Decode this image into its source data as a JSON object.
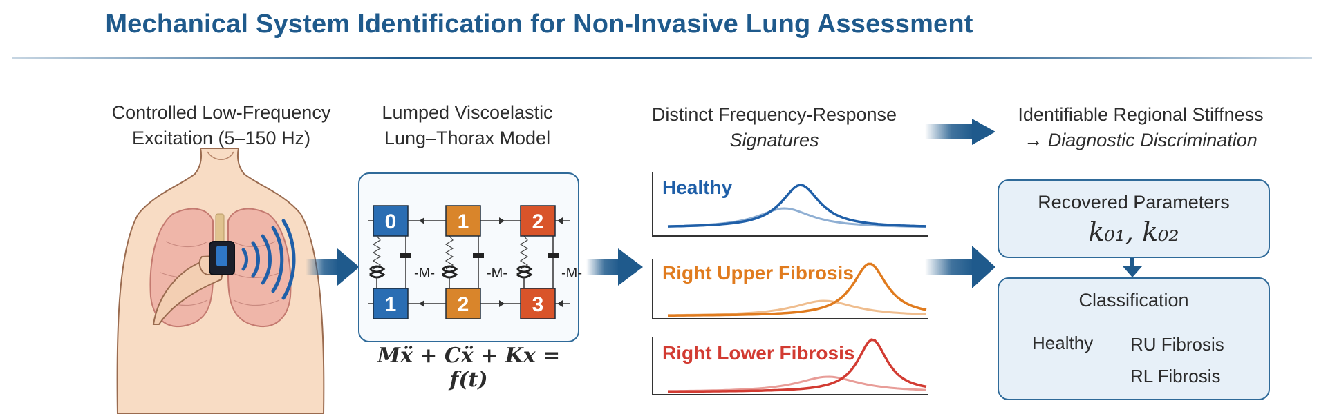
{
  "title": "Mechanical System Identification for Non-Invasive Lung Assessment",
  "steps": {
    "excitation": {
      "line1": "Controlled Low-Frequency",
      "line2": "Excitation (5–150 Hz)"
    },
    "model": {
      "line1": "Lumped Viscoelastic",
      "line2": "Lung–Thorax Model",
      "nodes_top": [
        "0",
        "1",
        "2"
      ],
      "nodes_bottom": [
        "1",
        "2",
        "3"
      ],
      "damper_symbol": "-M-",
      "equation": "Mẍ + Cẍ + Kx = f(t)"
    },
    "signatures": {
      "line1": "Distinct Frequency-Response",
      "line2": "Signatures",
      "curves": [
        {
          "label": "Healthy",
          "color": "#1f5fa8"
        },
        {
          "label": "Right Upper Fibrosis",
          "color": "#e07b1e"
        },
        {
          "label": "Right Lower Fibrosis",
          "color": "#d23b32"
        }
      ]
    },
    "stiffness": {
      "line1": "Identifiable Regional Stiffness",
      "line2": "→ Diagnostic Discrimination"
    }
  },
  "parameters": {
    "title": "Recovered Parameters",
    "values": "k₀₁, k₀₂"
  },
  "classification": {
    "title": "Classification",
    "left": [
      "Healthy",
      ""
    ],
    "right": [
      "RU Fibrosis",
      "RL Fibrosis"
    ]
  },
  "colors": {
    "accent": "#1f5a8c",
    "node_blue": "#2a6db3",
    "node_orange": "#d9852b",
    "node_red": "#d9542a",
    "skin": "#f8dcc4"
  }
}
